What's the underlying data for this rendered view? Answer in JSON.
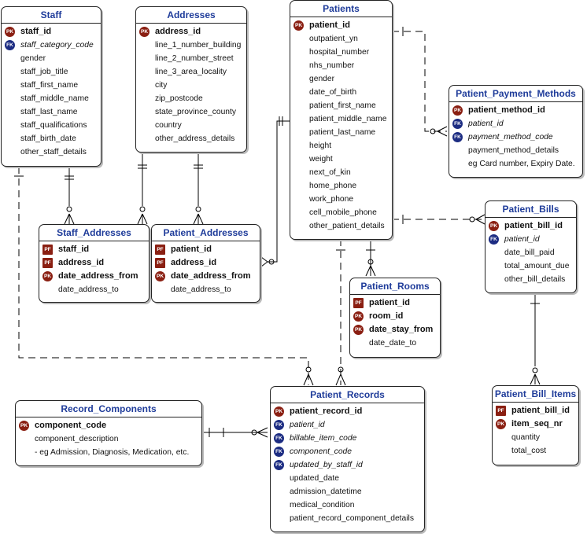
{
  "entities": {
    "staff": {
      "title": "Staff",
      "attributes": [
        {
          "name": "staff_id",
          "key": "PK"
        },
        {
          "name": "staff_category_code",
          "key": "FK"
        },
        {
          "name": "gender",
          "key": ""
        },
        {
          "name": "staff_job_title",
          "key": ""
        },
        {
          "name": "staff_first_name",
          "key": ""
        },
        {
          "name": "staff_middle_name",
          "key": ""
        },
        {
          "name": "staff_last_name",
          "key": ""
        },
        {
          "name": "staff_qualifications",
          "key": ""
        },
        {
          "name": "staff_birth_date",
          "key": ""
        },
        {
          "name": "other_staff_details",
          "key": ""
        }
      ]
    },
    "addresses": {
      "title": "Addresses",
      "attributes": [
        {
          "name": "address_id",
          "key": "PK"
        },
        {
          "name": "line_1_number_building",
          "key": ""
        },
        {
          "name": "line_2_number_street",
          "key": ""
        },
        {
          "name": "line_3_area_locality",
          "key": ""
        },
        {
          "name": "city",
          "key": ""
        },
        {
          "name": "zip_postcode",
          "key": ""
        },
        {
          "name": "state_province_county",
          "key": ""
        },
        {
          "name": "country",
          "key": ""
        },
        {
          "name": "other_address_details",
          "key": ""
        }
      ]
    },
    "patients": {
      "title": "Patients",
      "attributes": [
        {
          "name": "patient_id",
          "key": "PK"
        },
        {
          "name": "outpatient_yn",
          "key": ""
        },
        {
          "name": "hospital_number",
          "key": ""
        },
        {
          "name": "nhs_number",
          "key": ""
        },
        {
          "name": "gender",
          "key": ""
        },
        {
          "name": "date_of_birth",
          "key": ""
        },
        {
          "name": "patient_first_name",
          "key": ""
        },
        {
          "name": "patient_middle_name",
          "key": ""
        },
        {
          "name": "patient_last_name",
          "key": ""
        },
        {
          "name": "height",
          "key": ""
        },
        {
          "name": "weight",
          "key": ""
        },
        {
          "name": "next_of_kin",
          "key": ""
        },
        {
          "name": "home_phone",
          "key": ""
        },
        {
          "name": "work_phone",
          "key": ""
        },
        {
          "name": "cell_mobile_phone",
          "key": ""
        },
        {
          "name": "other_patient_details",
          "key": ""
        }
      ]
    },
    "patient_payment_methods": {
      "title": "Patient_Payment_Methods",
      "attributes": [
        {
          "name": "patient_method_id",
          "key": "PK"
        },
        {
          "name": "patient_id",
          "key": "FK"
        },
        {
          "name": "payment_method_code",
          "key": "FK"
        },
        {
          "name": "payment_method_details",
          "key": ""
        },
        {
          "name": "eg Card number, Expiry Date.",
          "key": ""
        }
      ]
    },
    "patient_bills": {
      "title": "Patient_Bills",
      "attributes": [
        {
          "name": "patient_bill_id",
          "key": "PK"
        },
        {
          "name": "patient_id",
          "key": "FK"
        },
        {
          "name": "date_bill_paid",
          "key": ""
        },
        {
          "name": "total_amount_due",
          "key": ""
        },
        {
          "name": "other_bill_details",
          "key": ""
        }
      ]
    },
    "staff_addresses": {
      "title": "Staff_Addresses",
      "attributes": [
        {
          "name": "staff_id",
          "key": "PF"
        },
        {
          "name": "address_id",
          "key": "PF"
        },
        {
          "name": "date_address_from",
          "key": "PK"
        },
        {
          "name": "date_address_to",
          "key": ""
        }
      ]
    },
    "patient_addresses": {
      "title": "Patient_Addresses",
      "attributes": [
        {
          "name": "patient_id",
          "key": "PF"
        },
        {
          "name": "address_id",
          "key": "PF"
        },
        {
          "name": "date_address_from",
          "key": "PK"
        },
        {
          "name": "date_address_to",
          "key": ""
        }
      ]
    },
    "patient_rooms": {
      "title": "Patient_Rooms",
      "attributes": [
        {
          "name": "patient_id",
          "key": "PF"
        },
        {
          "name": "room_id",
          "key": "PK"
        },
        {
          "name": "date_stay_from",
          "key": "PK"
        },
        {
          "name": "date_date_to",
          "key": ""
        }
      ]
    },
    "record_components": {
      "title": "Record_Components",
      "attributes": [
        {
          "name": "component_code",
          "key": "PK"
        },
        {
          "name": "component_description",
          "key": ""
        },
        {
          "name": "- eg Admission, Diagnosis, Medication, etc.",
          "key": ""
        }
      ]
    },
    "patient_records": {
      "title": "Patient_Records",
      "attributes": [
        {
          "name": "patient_record_id",
          "key": "PK"
        },
        {
          "name": "patient_id",
          "key": "FK"
        },
        {
          "name": "billable_item_code",
          "key": "FK"
        },
        {
          "name": "component_code",
          "key": "FK"
        },
        {
          "name": "updated_by_staff_id",
          "key": "FK"
        },
        {
          "name": "updated_date",
          "key": ""
        },
        {
          "name": "admission_datetime",
          "key": ""
        },
        {
          "name": "medical_condition",
          "key": ""
        },
        {
          "name": "patient_record_component_details",
          "key": ""
        }
      ]
    },
    "patient_bill_items": {
      "title": "Patient_Bill_Items",
      "attributes": [
        {
          "name": "patient_bill_id",
          "key": "PF"
        },
        {
          "name": "item_seq_nr",
          "key": "PK"
        },
        {
          "name": "quantity",
          "key": ""
        },
        {
          "name": "total_cost",
          "key": ""
        }
      ]
    }
  },
  "colors": {
    "title": "#1f3c9a",
    "pk_badge": "#8a1f12",
    "fk_badge": "#1c2c82",
    "line": "#000000"
  }
}
